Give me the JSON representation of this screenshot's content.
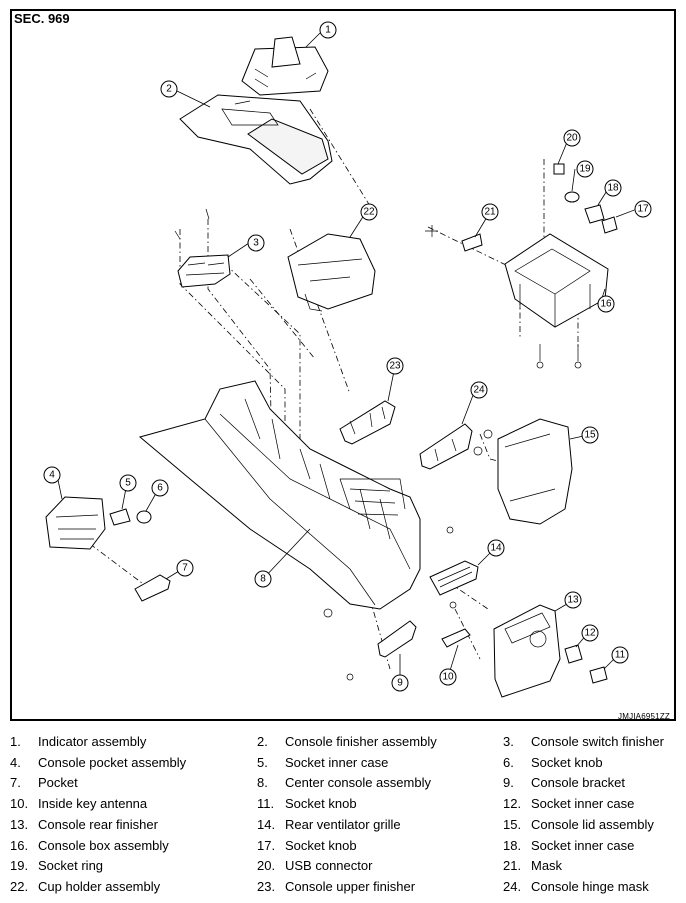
{
  "section_title": "SEC. 969",
  "figure_code": "JMJIA6951ZZ",
  "callouts": [
    "1",
    "2",
    "3",
    "4",
    "5",
    "6",
    "7",
    "8",
    "9",
    "10",
    "11",
    "12",
    "13",
    "14",
    "15",
    "16",
    "17",
    "18",
    "19",
    "20",
    "21",
    "22",
    "23",
    "24"
  ],
  "legend": [
    {
      "num": "1.",
      "name": "Indicator assembly"
    },
    {
      "num": "2.",
      "name": "Console finisher assembly"
    },
    {
      "num": "3.",
      "name": "Console switch finisher"
    },
    {
      "num": "4.",
      "name": "Console pocket assembly"
    },
    {
      "num": "5.",
      "name": "Socket inner case"
    },
    {
      "num": "6.",
      "name": "Socket knob"
    },
    {
      "num": "7.",
      "name": "Pocket"
    },
    {
      "num": "8.",
      "name": "Center console assembly"
    },
    {
      "num": "9.",
      "name": "Console bracket"
    },
    {
      "num": "10.",
      "name": "Inside key antenna"
    },
    {
      "num": "11.",
      "name": "Socket knob"
    },
    {
      "num": "12.",
      "name": "Socket inner case"
    },
    {
      "num": "13.",
      "name": "Console rear finisher"
    },
    {
      "num": "14.",
      "name": "Rear ventilator grille"
    },
    {
      "num": "15.",
      "name": "Console lid assembly"
    },
    {
      "num": "16.",
      "name": "Console box assembly"
    },
    {
      "num": "17.",
      "name": "Socket knob"
    },
    {
      "num": "18.",
      "name": "Socket inner case"
    },
    {
      "num": "19.",
      "name": "Socket ring"
    },
    {
      "num": "20.",
      "name": "USB connector"
    },
    {
      "num": "21.",
      "name": "Mask"
    },
    {
      "num": "22.",
      "name": "Cup holder assembly"
    },
    {
      "num": "23.",
      "name": "Console upper finisher"
    },
    {
      "num": "24.",
      "name": "Console hinge mask"
    }
  ]
}
